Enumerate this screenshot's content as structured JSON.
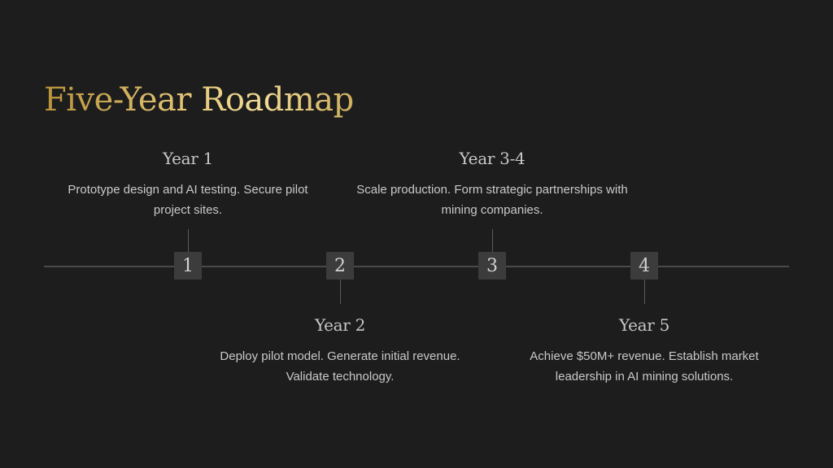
{
  "slide": {
    "title": "Five-Year Roadmap"
  },
  "markers": [
    "1",
    "2",
    "3",
    "4"
  ],
  "milestones": [
    {
      "heading": "Year 1",
      "text": "Prototype design and AI testing. Secure pilot project sites."
    },
    {
      "heading": "Year 2",
      "text": "Deploy pilot model. Generate initial revenue. Validate technology."
    },
    {
      "heading": "Year 3-4",
      "text": "Scale production. Form strategic partnerships with mining companies."
    },
    {
      "heading": "Year 5",
      "text": "Achieve $50M+ revenue. Establish market leadership in AI mining solutions."
    }
  ],
  "colors": {
    "background": "#1d1d1d",
    "title_gold": "#e3c576",
    "marker_fill": "#3c3c3c",
    "line": "#4a4a4a",
    "text": "#c9c9c9"
  }
}
